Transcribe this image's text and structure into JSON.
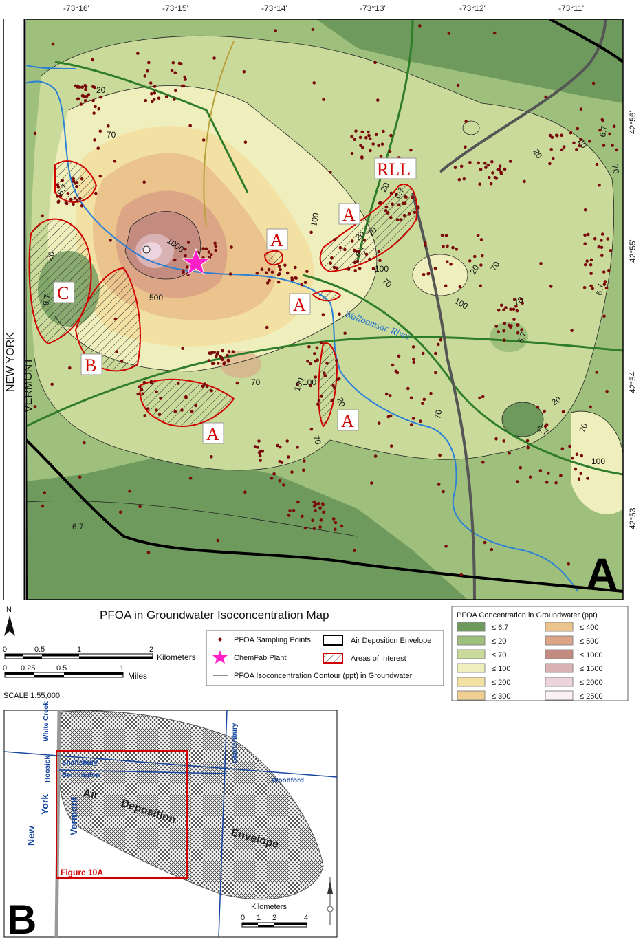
{
  "map_a": {
    "panel_letter": "A",
    "lon_ticks": [
      "-73°16'",
      "-73°15'",
      "-73°14'",
      "-73°13'",
      "-73°12'",
      "-73°11'"
    ],
    "lat_ticks": [
      "42°56'",
      "42°55'",
      "42°54'",
      "42°53'"
    ],
    "state_new_york": "NEW YORK",
    "state_vermont": "VERMONT",
    "river": "Walloomsac River",
    "aoi_labels": [
      "A",
      "A",
      "A",
      "A",
      "A",
      "B",
      "C",
      "RLL"
    ],
    "contours": [
      "1000",
      "500",
      "100",
      "70",
      "20",
      "6.7",
      "20",
      "6.7",
      "70",
      "100",
      "6.7",
      "20",
      "70",
      "100",
      "70",
      "20",
      "6.7",
      "20",
      "6.7",
      "70",
      "100",
      "6.7",
      "70",
      "20",
      "6.7",
      "100",
      "70",
      "20",
      "70",
      "20",
      "6.7",
      "6.7",
      "20",
      "70",
      "100",
      "70"
    ],
    "title": "PFOA in Groundwater Isoconcentration Map",
    "north": "N",
    "scale_km_ticks": [
      "0",
      "0.5",
      "1",
      "2"
    ],
    "scale_km_unit": "Kilometers",
    "scale_mi_ticks": [
      "0",
      "0.25",
      "0.5",
      "1"
    ],
    "scale_mi_unit": "Miles",
    "scale_text": "SCALE 1:55,000"
  },
  "legend1": {
    "sampling": "PFOA Sampling Points",
    "air": "Air Deposition Envelope",
    "plant": "ChemFab Plant",
    "aoi": "Areas of Interest",
    "contour": "PFOA Isoconcentration Contour (ppt) in Groundwater"
  },
  "legend2": {
    "title": "PFOA Concentration in Groundwater (ppt)",
    "items": [
      {
        "label": "≤ 6.7",
        "color": "#6f9a5e"
      },
      {
        "label": "≤ 20",
        "color": "#9fbf7d"
      },
      {
        "label": "≤ 70",
        "color": "#c9da9b"
      },
      {
        "label": "≤ 100",
        "color": "#efefbd"
      },
      {
        "label": "≤ 200",
        "color": "#f3e1a4"
      },
      {
        "label": "≤ 300",
        "color": "#efd092"
      },
      {
        "label": "≤ 400",
        "color": "#ebc48d"
      },
      {
        "label": "≤ 500",
        "color": "#dca586"
      },
      {
        "label": "≤ 1000",
        "color": "#c48b80"
      },
      {
        "label": "≤ 1500",
        "color": "#d9b3b3"
      },
      {
        "label": "≤ 2000",
        "color": "#ecd3de"
      },
      {
        "label": "≤ 2500",
        "color": "#faf0f6"
      }
    ]
  },
  "map_b": {
    "panel_letter": "B",
    "places": [
      "White Creek",
      "Hoosick",
      "Shaftsbury",
      "Bennington",
      "Glastenbury",
      "Woodford"
    ],
    "state_ny": [
      "New",
      "York"
    ],
    "state_vt": "Vermont",
    "envelope_words": [
      "Air",
      "Deposition",
      "Envelope"
    ],
    "fig_label": "Figure 10A",
    "km_unit": "Kilometers",
    "km_ticks": [
      "0",
      "1",
      "2",
      "4"
    ]
  },
  "colors": {
    "aoi_red": "#d10000",
    "plant_star": "#ff1fc8",
    "dot": "#7a0a0a",
    "river": "#2a7fd6",
    "road_green": "#2f7d2a",
    "envelope": "#000000"
  }
}
